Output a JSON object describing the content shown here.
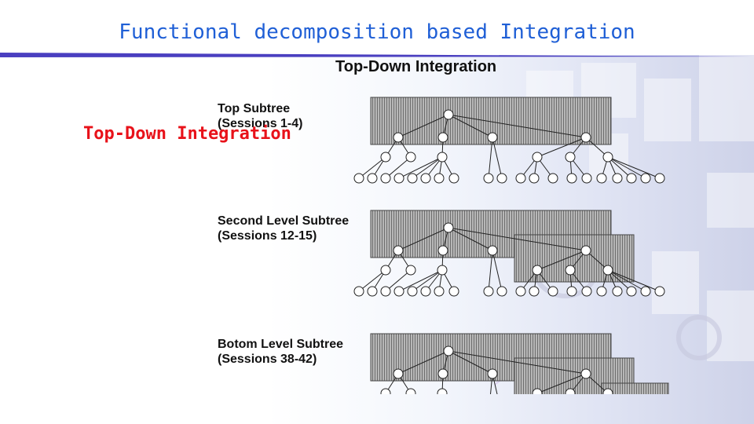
{
  "slide": {
    "title": "Functional decomposition based Integration",
    "overlay_heading": "Top-Down Integration"
  },
  "figure": {
    "title": "Top-Down Integration",
    "panels": [
      {
        "label_line1": "Top Subtree",
        "label_line2": "(Sessions 1-4)"
      },
      {
        "label_line1": "Second Level Subtree",
        "label_line2": "(Sessions 12-15)"
      },
      {
        "label_line1": "Botom Level Subtree",
        "label_line2": "(Sessions 38-42)"
      }
    ]
  },
  "colors": {
    "title": "#1f5fd6",
    "overlay_heading": "#e8121a",
    "title_rule": "#4a3fc0",
    "highlight_fill": "#a9a9a9"
  }
}
